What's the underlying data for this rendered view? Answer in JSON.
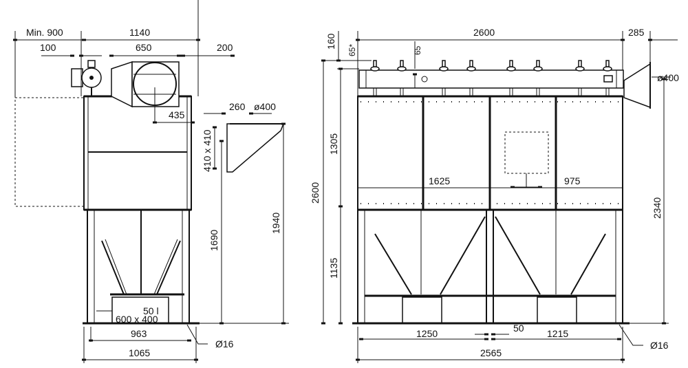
{
  "drawing": {
    "front_view": {
      "dims": {
        "min_clearance": "Min. 900",
        "width_top": "1140",
        "motor_offset": "100",
        "inlet_width": "650",
        "inlet_offset": "200",
        "inlet_center": "435",
        "bracket_depth": "260",
        "bracket_diameter": "ø400",
        "bracket_opening": "410 x 410",
        "height_inlet": "1690",
        "height_bracket": "1940",
        "bin_volume": "50 l",
        "bin_size": "600 x 400",
        "leg_span_inner": "963",
        "leg_span_outer": "1065",
        "anchor_hole": "Ø16"
      }
    },
    "side_view": {
      "dims": {
        "length": "2600",
        "outlet_length": "285",
        "top_height": "160",
        "pipe_offset": "65*",
        "valve_spacing": "65",
        "outlet_diameter": "ø400",
        "filter_height": "1305",
        "total_height": "2600",
        "door_left": "1625",
        "door_right": "975",
        "outlet_height": "2340",
        "hopper_height": "1135",
        "center_gap": "50",
        "hopper_left": "1250",
        "hopper_right": "1215",
        "leg_span": "2565",
        "anchor_hole": "Ø16"
      }
    }
  }
}
